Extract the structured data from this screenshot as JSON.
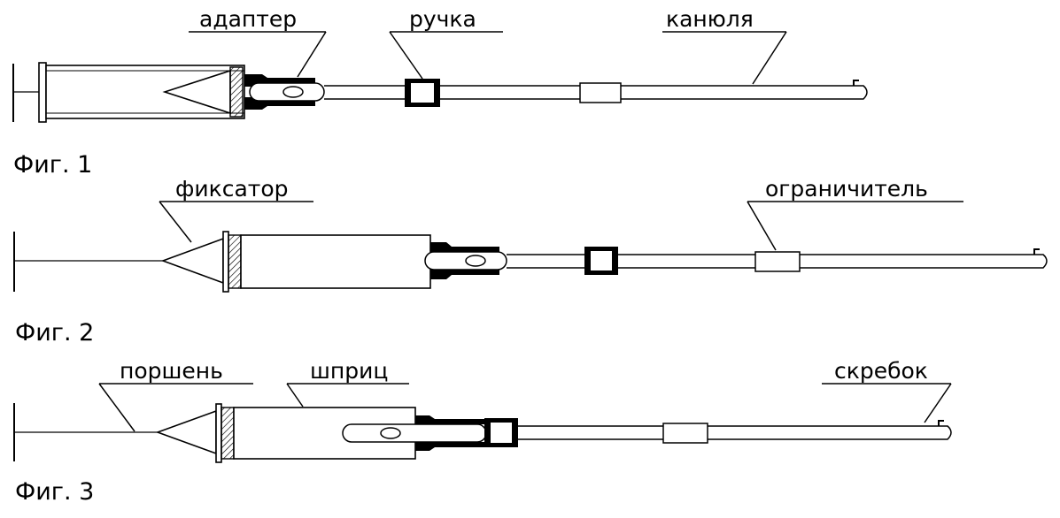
{
  "figures": [
    {
      "caption": "Фиг. 1",
      "labels": [
        "адаптер",
        "ручка",
        "канюля"
      ]
    },
    {
      "caption": "Фиг. 2",
      "labels": [
        "фиксатор",
        "ограничитель"
      ]
    },
    {
      "caption": "Фиг. 3",
      "labels": [
        "поршень",
        "шприц",
        "скребок"
      ]
    }
  ],
  "colors": {
    "line": "#000000",
    "background": "#ffffff",
    "hatch": "#000000"
  }
}
